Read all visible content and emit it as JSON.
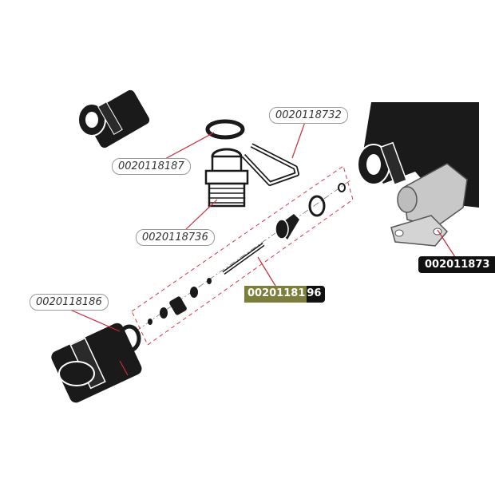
{
  "labels": {
    "part_8187": "0020118187",
    "part_8732": "0020118732",
    "part_8736": "0020118736",
    "part_8186": "0020118186",
    "part_8196_a": "00201181",
    "part_8196_b": "96",
    "part_873x": "002011873"
  },
  "colors": {
    "leader_line": "#cc2a3a",
    "dashed_box": "#d9364a",
    "highlight": "#7c7f3c",
    "part_dark": "#1a1a1a",
    "part_gray": "#c8c8c8"
  }
}
